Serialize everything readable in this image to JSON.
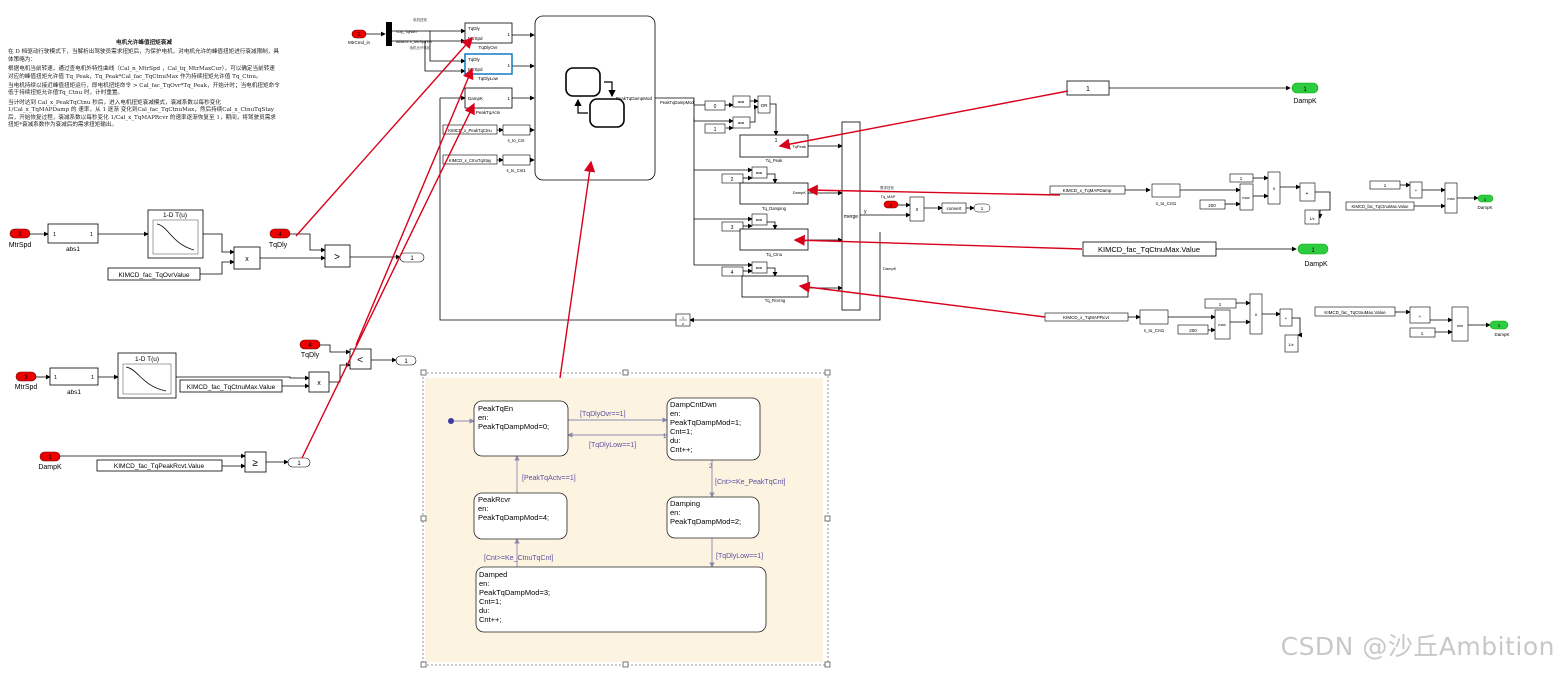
{
  "description": {
    "title": "电机允许峰值扭矩衰减",
    "paragraphs": [
      "在 D 档驱动行驶模式下，当解析出驾驶员需求扭矩后，为保护电机，对电机允许的峰值扭矩进行衰减限制，具体策略为：",
      "根据电机当前转速，通过查电机外特性曲线（Cal_n_MtrSpd ，Cal_tq_MtrMaxCur），可以确定当前转速对应的峰值扭矩允许值 Tq_Peak，Tq_Peak*Cal_fac_TqCtnuMax 作为持续扭矩允许值 Tq_Ctnu。",
      "当电机持续以接近峰值扭矩运行，即电机扭矩命令 > Cal_fac_TqOvr*Tq_Peak，开始计时；当电机扭矩命令低于持续扭矩允许值Tq_Ctnu 时，计时重置。",
      "当计时达到 Cal_x_PeakTqCtnu 秒后，进入电机扭矩衰减模式，衰减系数以每秒变化1/Cal_x_TqMAPDamp 的 速率，从 1 逐渐 变化到Cal_fac_TqCtnuMax，然后持续Cal_x_CtnuTqStay 后，开始恢复过程，衰减系数以每秒变化 1/Cal_x_TqMAPRcvr 的速率逐渐恢复至 1，期间，将驾驶员需求扭矩*衰减系数作为衰减后的需求扭矩输出。"
    ]
  },
  "blocks": {
    "in_mtrspd": "2",
    "lbl_mtrspd": "MtrSpd",
    "abs1_in": "1",
    "abs1_out": "1",
    "abs1_name": "abs1",
    "lut_title": "1-D T(u)",
    "mult": "x",
    "gt": ">",
    "out1": "1",
    "in_tqdly": "4",
    "lbl_tqdly": "TqDly",
    "k_tqovr": "KIMCD_fac_TqOvrValue",
    "in_tqdly2": "4",
    "lbl_tqdly2": "TqDly",
    "lt": "<",
    "out2": "1",
    "in_mtrspd2": "3",
    "lbl_mtrspd2": "MtrSpd",
    "abs2_in": "1",
    "abs2_out": "1",
    "abs2_name": "abs1",
    "lut2_title": "1-D T(u)",
    "k_tqctnumax": "KIMCD_fac_TqCtnuMax.Value",
    "mult2": "x",
    "in_dampk": "1",
    "lbl_dampk": "DampK",
    "ge": "≥",
    "out3": "1",
    "k_peakrcvt": "KIMCD_fac_TqPeakRcvt.Value"
  },
  "top": {
    "in_mtrcmd": "1",
    "lbl_mtrcmd": "MtrCmd_in",
    "bus1": "<Dy_TqNM>",
    "bus2": "AMAX1 x_MtrSpdTm",
    "bus_note1": "电机扭矩",
    "bus_note2": "电机允许转矩",
    "sub1_in1": "TqDly",
    "sub1_in2": "MtrSpd",
    "sub1_name": "TqDlyOvr",
    "sub1_o": "1",
    "sig_ovr": "TqDlyOvr",
    "sub2_in1": "TqDly",
    "sub2_in2": "MtrSpd",
    "sub2_name": "TqDlyLow",
    "sub2_o": "1",
    "sig_low": "TqDlyLow",
    "sub3_in1": "DampK",
    "sub3_name": "PeakTqActv",
    "sub3_o": "1",
    "sig_actv": "PeakTqActv",
    "k_peaktqcnt": "KIMCD_x_PeakTqCtnu",
    "conv1": "s_to_Cnt",
    "sig_kpeak": "Ke_PeakTqCnt",
    "k_ctnutqstay": "KIMCD_x_CtnuTqStay",
    "conv2": "s_to_Cnt1",
    "sig_kctnu": "Ke_CtnuTqCnt",
    "chart_out": "PeakTqDampMod",
    "sig_mod": "PeakTqDampMod",
    "one": "1"
  },
  "switch": {
    "c0": "0",
    "c1": "1",
    "eq": "==",
    "or": "OR",
    "cmp_in": "1",
    "tq_peak": "Tq_Peak",
    "tq_peak_in": "TqPeak",
    "c2": "2",
    "tq_damping": "Tq_Damping",
    "tq_damping_in": "DampK",
    "c3": "3",
    "tq_ctnu": "Tq_Ctnu",
    "tq_ctnu_in": "0",
    "c4": "4",
    "tq_rcvr": "Tq_Rcvrng",
    "tq_rcvr_in": "0",
    "merge": "merge",
    "sig_y": "y",
    "sig_dampk": "DampK",
    "tq_mp_note": "需求扭矩",
    "tq_map": "Tq_MAP",
    "in_tqmap": "2",
    "mult": "x",
    "convert": "convert",
    "out": "1",
    "delay_top": "1",
    "delay_bot": "z"
  },
  "right": {
    "c1_top": "1",
    "out_dampk1": "1",
    "lbl_dampk1": "DampK",
    "k_tqmapdamp": "KIMCD_x_TqMAPDamp",
    "conv_damp": "s_to_Cnt1",
    "c200": "200",
    "max": "max",
    "one_b": "1",
    "sum": "+",
    "div": "1/z",
    "c1_b": "1",
    "k_ctnumax_b": "KIMCD_fac_TqCtnuMax.Value",
    "max_b": "max",
    "out_dampk2": "1",
    "lbl_dampk2": "DampK",
    "k_ctnumax_big": "KIMCD_fac_TqCtnuMax.Value",
    "out_dampk3": "1",
    "lbl_dampk3": "DampK",
    "k_tqmaprcvt": "KIMCD_x_TqMAPRcvt",
    "conv_rcvt": "s_to_Cnt1",
    "c200_c": "200",
    "max_c": "max",
    "one_c": "1",
    "k_ctnumax_c": "KIMCD_fac_TqCtnuMax.Value",
    "c1_c": "1",
    "min_c": "min",
    "out_dampk4": "1",
    "lbl_dampk4": "DampK"
  },
  "stateflow": {
    "states": [
      {
        "name": "PeakTqEn",
        "lines": [
          "en:",
          "PeakTqDampMod=0;"
        ]
      },
      {
        "name": "DampCntDwn",
        "lines": [
          "en:",
          "PeakTqDampMod=1;",
          "Cnt=1;",
          "du:",
          "Cnt++;"
        ]
      },
      {
        "name": "PeakRcvr",
        "lines": [
          "en:",
          "PeakTqDampMod=4;"
        ]
      },
      {
        "name": "Damping",
        "lines": [
          "en:",
          "PeakTqDampMod=2;"
        ]
      },
      {
        "name": "Damped",
        "lines": [
          "en:",
          "PeakTqDampMod=3;",
          "Cnt=1;",
          "du:",
          "Cnt++;"
        ]
      }
    ],
    "transitions": [
      "[TqDlyOvr==1]",
      "[TqDlyLow==1]",
      "[PeakTqActv==1]",
      "[Cnt>=Ke_PeakTqCnt]",
      "[Cnt>=Ke_CtnuTqCnt]",
      "[TqDlyLow==1]"
    ],
    "prio_1": "1",
    "prio_2": "2"
  },
  "watermark": "CSDN @沙丘Ambition"
}
